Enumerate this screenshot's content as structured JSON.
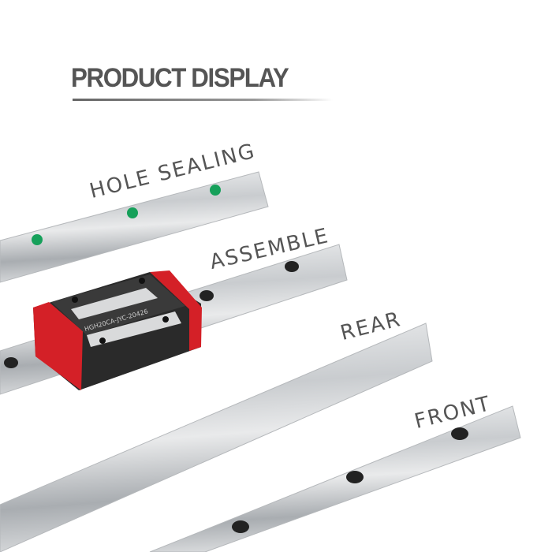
{
  "header": {
    "title": "PRODUCT DISPLAY"
  },
  "labels": {
    "hole_sealing": "HOLE  SEALING",
    "assemble": "ASSEMBLE",
    "rear": "REAR",
    "front": "FRONT"
  },
  "block": {
    "model_text": "HGH20CA-JYC-20426"
  },
  "colors": {
    "title": "#555555",
    "seal_dot": "#16a05a",
    "block_end": "#d42027",
    "block_body": "#2a2a2a",
    "rail": "#c8cbce"
  }
}
